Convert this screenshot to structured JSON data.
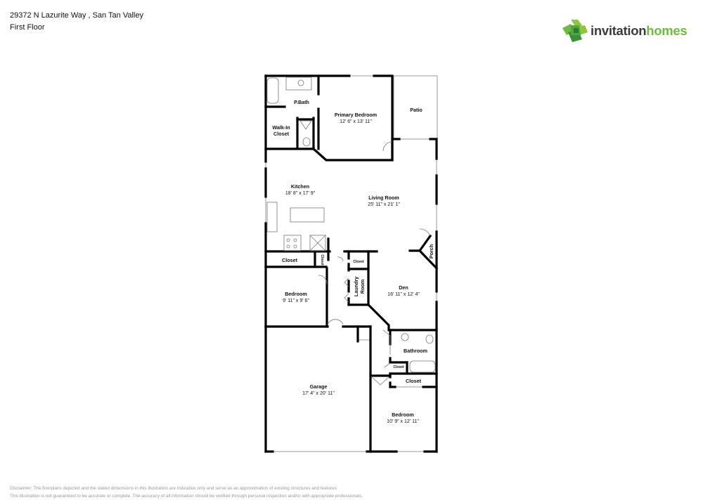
{
  "header": {
    "address": "29372 N Lazurite Way , San Tan Valley",
    "floor": "First Floor"
  },
  "logo": {
    "word1": "invitation",
    "word2": "homes",
    "colors": {
      "dark": "#3b3b3b",
      "green": "#6dbb3f",
      "green_dark": "#3d8f3a"
    }
  },
  "rooms": {
    "pbath": {
      "name": "P.Bath"
    },
    "primary_bedroom": {
      "name": "Primary Bedroom",
      "dims": "12' 6\" x 13' 11\""
    },
    "patio": {
      "name": "Patio"
    },
    "walkin_closet": {
      "name_line1": "Walk-In",
      "name_line2": "Closet"
    },
    "kitchen": {
      "name": "Kitchen",
      "dims": "18' 8\" x 17' 9\""
    },
    "living_room": {
      "name": "Living Room",
      "dims": "25' 11\" x 21' 1\""
    },
    "porch": {
      "name": "Porch"
    },
    "closet_a": {
      "name": "Closet"
    },
    "closet_small_a": {
      "name": "Closet"
    },
    "closet_b": {
      "name": "Closet"
    },
    "laundry": {
      "name_line1": "Laundry",
      "name_line2": "Room"
    },
    "den": {
      "name": "Den",
      "dims": "16' 11\" x 12' 4\""
    },
    "bedroom_2": {
      "name": "Bedroom",
      "dims": "9' 11\" x 9' 6\""
    },
    "bathroom": {
      "name": "Bathroom"
    },
    "closet_small_b": {
      "name": "Closet"
    },
    "closet_c": {
      "name": "Closet"
    },
    "garage": {
      "name": "Garage",
      "dims": "17' 4\" x 20' 11\""
    },
    "bedroom_3": {
      "name": "Bedroom",
      "dims": "10' 9\" x 12' 11\""
    }
  },
  "disclaimer": {
    "line1": "Disclaimer: The floorplans depicted and the stated dimensions in this illustration are indicative only and serve as an approximation of existing structures and features.",
    "line2": "This illustration is not guaranteed to be accurate or complete. The accuracy of all information should be verified through personal inspection and/or with appropriate professionals."
  }
}
